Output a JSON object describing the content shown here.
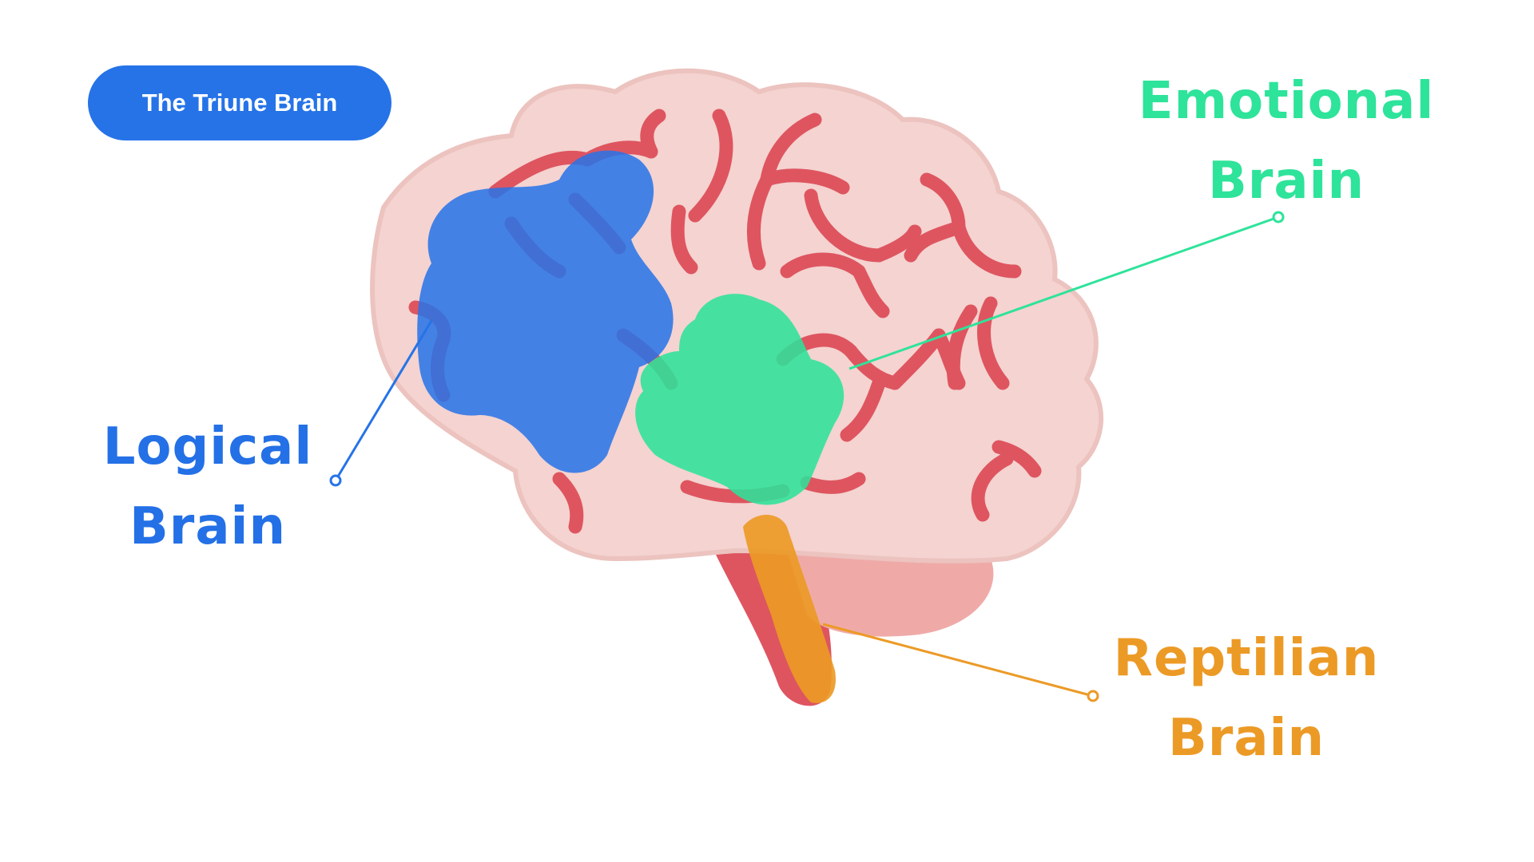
{
  "title": "The Triune Brain",
  "labels": {
    "emotional": {
      "line1": "Emotional",
      "line2": "Brain"
    },
    "logical": {
      "line1": "Logical",
      "line2": "Brain"
    },
    "reptilian": {
      "line1": "Reptilian",
      "line2": "Brain"
    }
  },
  "colors": {
    "logical": "#2673e8",
    "emotional": "#2ee39a",
    "reptilian": "#ec9a26",
    "brain_body": "#f4d3d0",
    "grooves": "#de5560",
    "brain_stem": "#de5560",
    "cerebellum": "#efaaa8"
  }
}
